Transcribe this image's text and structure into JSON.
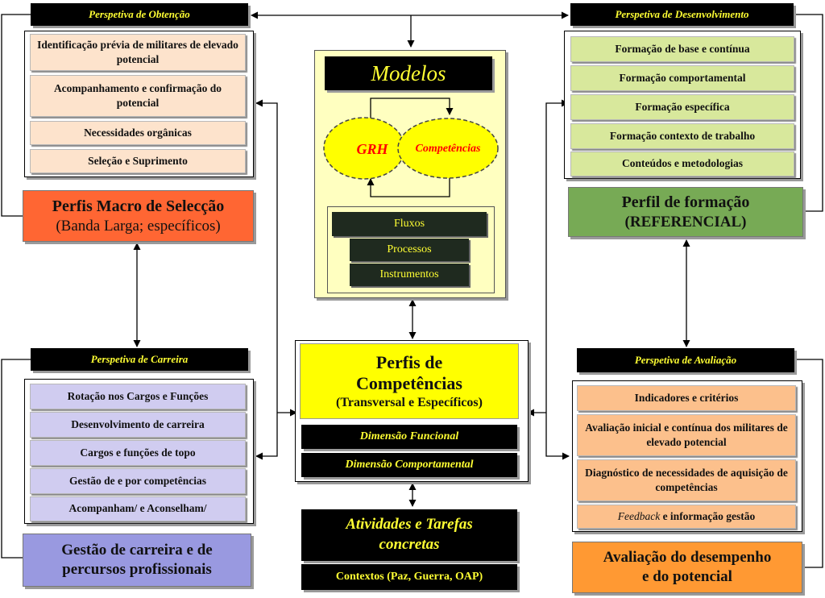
{
  "obtencao": {
    "header": "Perspetiva de Obtenção",
    "items": [
      "Identificação prévia de militares de elevado potencial",
      "Acompanhamento e confirmação do potencial",
      "Necessidades orgânicas",
      "Seleção e Suprimento"
    ],
    "profile_title": "Perfis Macro de Selecção",
    "profile_sub": "(Banda Larga; específicos)"
  },
  "desenvolvimento": {
    "header": "Perspetiva de Desenvolvimento",
    "items": [
      "Formação de base e contínua",
      "Formação comportamental",
      "Formação específica",
      "Formação contexto de trabalho",
      "Conteúdos e metodologias"
    ],
    "profile_title": "Perfil de formação",
    "profile_sub": "(REFERENCIAL)"
  },
  "carreira": {
    "header": "Perspetiva de Carreira",
    "items": [
      "Rotação nos Cargos e Funções",
      "Desenvolvimento de carreira",
      "Cargos e funções de topo",
      "Gestão de e por competências",
      "Acompanham/ e Aconselham/"
    ],
    "profile_title": "Gestão de carreira e de",
    "profile_sub": "percursos profissionais"
  },
  "avaliacao": {
    "header": "Perspetiva de Avaliação",
    "items": [
      "Indicadores e critérios",
      "Avaliação inicial e contínua dos militares de  elevado potencial",
      "Diagnóstico de necessidades  de aquisição de competências"
    ],
    "feedback_em": "Feedback",
    "feedback_rest": " e informação gestão",
    "profile_title": "Avaliação do desempenho",
    "profile_sub": "e do potencial"
  },
  "modelos": {
    "title": "Modelos",
    "grh": "GRH",
    "competencias": "Competências",
    "fluxos": "Fluxos",
    "processos": "Processos",
    "instrumentos": "Instrumentos"
  },
  "perfis": {
    "title_line1": "Perfis de",
    "title_line2": "Competências",
    "subtitle": "(Transversal e Específicos)",
    "dim_funcional": "Dimensão Funcional",
    "dim_comportamental": "Dimensão Comportamental"
  },
  "atividades": {
    "title_line1": "Atividades e Tarefas",
    "title_line2": "concretas",
    "contextos": "Contextos (Paz, Guerra, OAP)"
  },
  "colors": {
    "black": "#000000",
    "yellow_text": "#ffff33",
    "perfis_fill": "#ffff00",
    "modelos_fill": "#ffffc0",
    "selecao_fill": "#ff6633",
    "formacao_fill": "#77aa55",
    "carreira_fill": "#9999e0",
    "avaliacao_fill": "#ff9933",
    "grh_red": "#ff0000"
  }
}
